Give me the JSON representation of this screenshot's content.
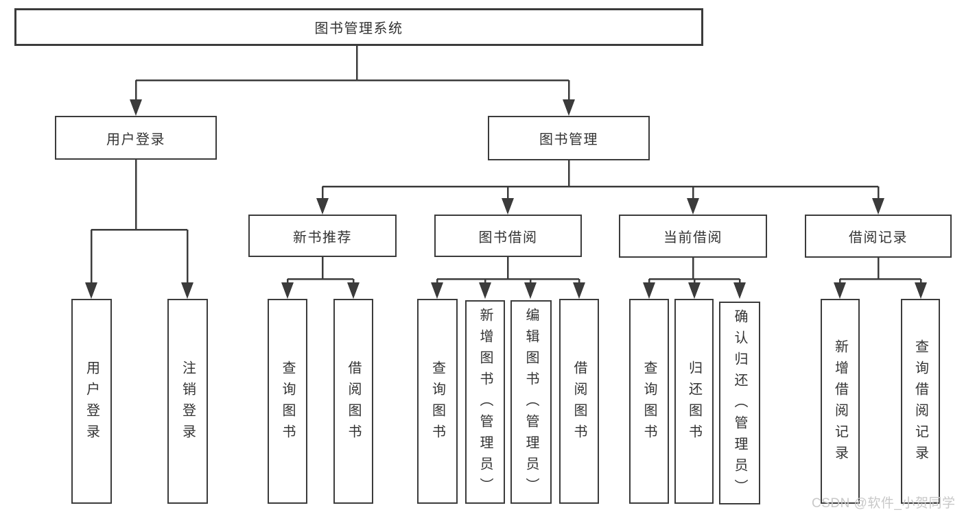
{
  "diagram": {
    "type": "org-tree",
    "colors": {
      "line": "#3b3b3b",
      "box_border": "#3b3b3b",
      "box_background": "#ffffff",
      "text": "#333333",
      "watermark_text_color": "#c8c8c8",
      "page_background": "#ffffff"
    },
    "nodes": {
      "root": {
        "label": "图书管理系统"
      },
      "level2": [
        {
          "id": "user-login",
          "label": "用户登录"
        },
        {
          "id": "book-management",
          "label": "图书管理"
        }
      ],
      "level3": [
        {
          "id": "new-book-recommend",
          "label": "新书推荐",
          "parent": "book-management"
        },
        {
          "id": "book-borrow",
          "label": "图书借阅",
          "parent": "book-management"
        },
        {
          "id": "current-borrow",
          "label": "当前借阅",
          "parent": "book-management"
        },
        {
          "id": "borrow-records",
          "label": "借阅记录",
          "parent": "book-management"
        }
      ],
      "leaves": [
        {
          "id": "leaf-user-login",
          "label": "用户登录",
          "parent": "user-login"
        },
        {
          "id": "leaf-logout",
          "label": "注销登录",
          "parent": "user-login"
        },
        {
          "id": "leaf-query-book-recommend",
          "label": "查询图书",
          "parent": "new-book-recommend"
        },
        {
          "id": "leaf-borrow-book-recommend",
          "label": "借阅图书",
          "parent": "new-book-recommend"
        },
        {
          "id": "leaf-query-book-borrow",
          "label": "查询图书",
          "parent": "book-borrow"
        },
        {
          "id": "leaf-add-book-admin",
          "label": "新增图书（管理员）",
          "parent": "book-borrow"
        },
        {
          "id": "leaf-edit-book-admin",
          "label": "编辑图书（管理员）",
          "parent": "book-borrow"
        },
        {
          "id": "leaf-borrow-book-borrow",
          "label": "借阅图书",
          "parent": "book-borrow"
        },
        {
          "id": "leaf-query-book-current",
          "label": "查询图书",
          "parent": "current-borrow"
        },
        {
          "id": "leaf-return-book",
          "label": "归还图书",
          "parent": "current-borrow"
        },
        {
          "id": "leaf-confirm-return-admin",
          "label": "确认归还（管理员）",
          "parent": "current-borrow"
        },
        {
          "id": "leaf-add-borrow-record",
          "label": "新增借阅记录",
          "parent": "borrow-records"
        },
        {
          "id": "leaf-query-borrow-record",
          "label": "查询借阅记录",
          "parent": "borrow-records"
        }
      ]
    },
    "watermark": {
      "text": "CSDN @软件_小贺同学"
    }
  }
}
